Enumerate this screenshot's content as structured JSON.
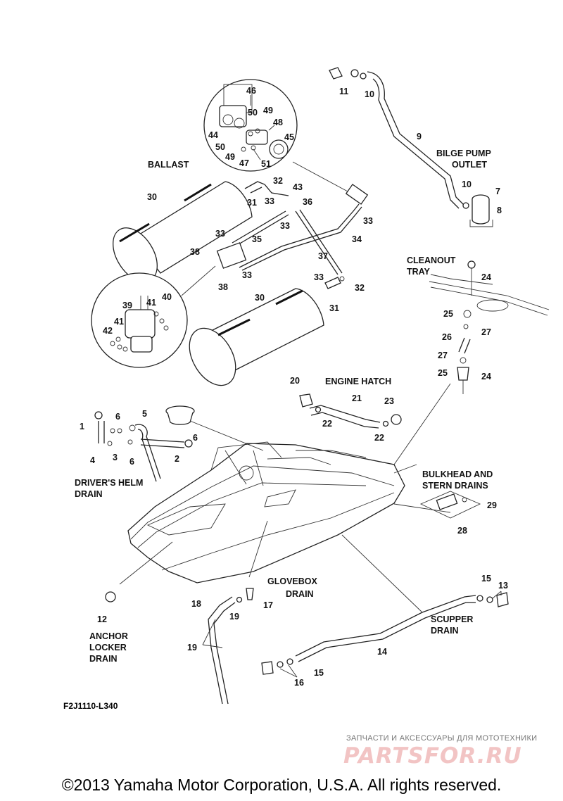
{
  "section_labels": {
    "ballast": "BALLAST",
    "bilge_pump_outlet_1": "BILGE PUMP",
    "bilge_pump_outlet_2": "OUTLET",
    "cleanout_tray_1": "CLEANOUT",
    "cleanout_tray_2": "TRAY",
    "engine_hatch": "ENGINE HATCH",
    "bulkhead_1": "BULKHEAD AND",
    "bulkhead_2": "STERN DRAINS",
    "drivers_helm_1": "DRIVER'S HELM",
    "drivers_helm_2": "DRAIN",
    "glovebox_1": "GLOVEBOX",
    "glovebox_2": "DRAIN",
    "scupper_1": "SCUPPER",
    "scupper_2": "DRAIN",
    "anchor_1": "ANCHOR",
    "anchor_2": "LOCKER",
    "anchor_3": "DRAIN"
  },
  "callouts": {
    "c46": "46",
    "c49a": "49",
    "c50a": "50",
    "c48": "48",
    "c44": "44",
    "c45": "45",
    "c50b": "50",
    "c49b": "49",
    "c47": "47",
    "c51": "51",
    "c11": "11",
    "c10a": "10",
    "c9": "9",
    "c10b": "10",
    "c7": "7",
    "c8": "8",
    "c30a": "30",
    "c32a": "32",
    "c43": "43",
    "c31a": "31",
    "c33a": "33",
    "c36": "36",
    "c33b": "33",
    "c33c": "33",
    "c33d": "33",
    "c35": "35",
    "c34": "34",
    "c38a": "38",
    "c37": "37",
    "c38b": "38",
    "c33e": "33",
    "c33f": "33",
    "c32b": "32",
    "c30b": "30",
    "c31b": "31",
    "c40": "40",
    "c41a": "41",
    "c39": "39",
    "c41b": "41",
    "c42": "42",
    "c24a": "24",
    "c25a": "25",
    "c26": "26",
    "c27a": "27",
    "c27b": "27",
    "c25b": "25",
    "c24b": "24",
    "c20": "20",
    "c21": "21",
    "c23": "23",
    "c22a": "22",
    "c22b": "22",
    "c1": "1",
    "c6a": "6",
    "c5": "5",
    "c6b": "6",
    "c3": "3",
    "c6c": "6",
    "c4": "4",
    "c2": "2",
    "c29": "29",
    "c28": "28",
    "c12": "12",
    "c18": "18",
    "c19a": "19",
    "c17": "17",
    "c19b": "19",
    "c15a": "15",
    "c13": "13",
    "c14": "14",
    "c16": "16",
    "c15b": "15"
  },
  "diagram_code": "F2J1110-L340",
  "watermark_text": "ЗАПЧАСТИ И АКСЕССУАРЫ ДЛЯ МОТОТЕХНИКИ",
  "watermark_logo": "PARTSFOR.RU",
  "copyright": "©2013 Yamaha Motor Corporation, U.S.A. All rights reserved.",
  "colors": {
    "ink": "#111111",
    "watermark_logo": "#f2c4c4",
    "watermark_text": "#777777"
  }
}
